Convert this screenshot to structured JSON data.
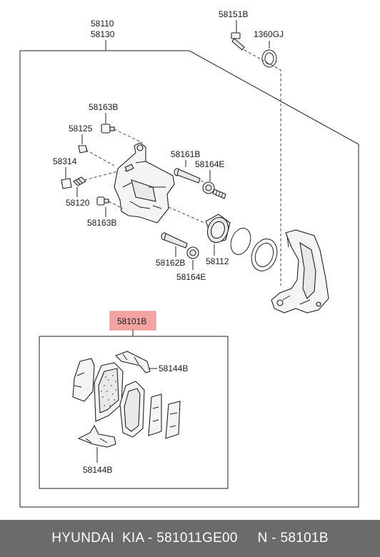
{
  "labels": {
    "top_1": "58110",
    "top_2": "58130",
    "bolt_a": "58151B",
    "ring_a": "1360GJ",
    "bolt_b": "58163B",
    "screw": "58125",
    "valve": "58314",
    "cap": "58120",
    "bolt_c": "58163B",
    "pin_a": "58161B",
    "boot_a": "58164E",
    "pin_b": "58162B",
    "boot_b": "58164E",
    "piston": "58112",
    "highlight": "58101B",
    "clip_a": "58144B",
    "clip_b": "58144B"
  },
  "colors": {
    "highlight_fill": "#f4a3a3",
    "highlight_border": "#e88a8a",
    "footer_bg": "#6b6b6b",
    "footer_text": "#ffffff"
  },
  "footer": {
    "text": "HYUNDAI  KIA - 581011GE00     N - 58101B"
  }
}
